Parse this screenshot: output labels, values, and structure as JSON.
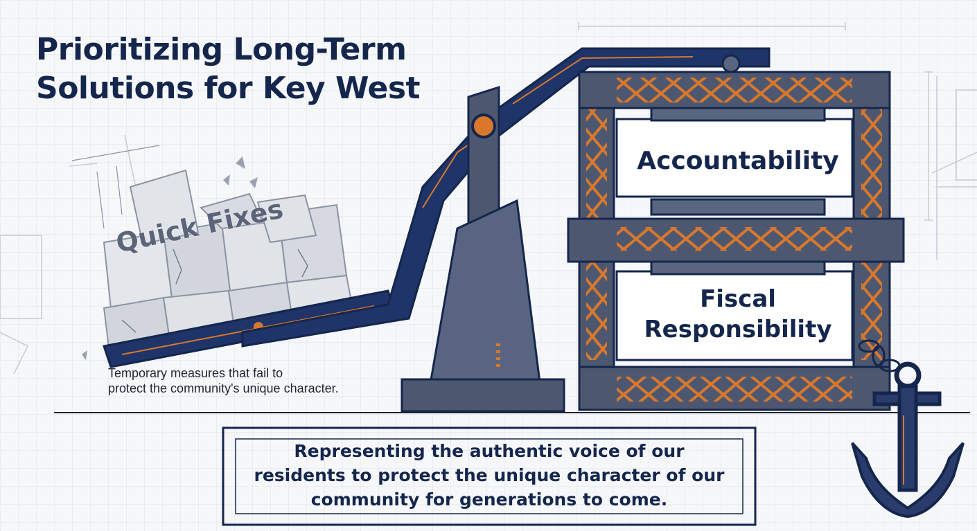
{
  "title": {
    "line1": "Prioritizing Long-Term",
    "line2": "Solutions for Key West"
  },
  "quick_fixes": {
    "label": "Quick Fixes",
    "caption_line1": "Temporary measures that fail to",
    "caption_line2": "protect the community's unique character."
  },
  "pillars": {
    "top_label": "Accountability",
    "bottom_label_line1": "Fiscal",
    "bottom_label_line2": "Responsibility"
  },
  "mission": {
    "line1": "Representing the authentic voice of our",
    "line2": "residents to protect the unique character of our",
    "line3": "community for generations to come."
  },
  "colors": {
    "navy": "#15264d",
    "steel": "#4d5870",
    "orange_accent": "#d9782c",
    "grid_line": "#dfe3ea",
    "background": "#f6f7f9"
  },
  "icons": [
    "crane-arm",
    "scaffold-frame",
    "broken-blocks",
    "anchor-icon",
    "chain"
  ]
}
